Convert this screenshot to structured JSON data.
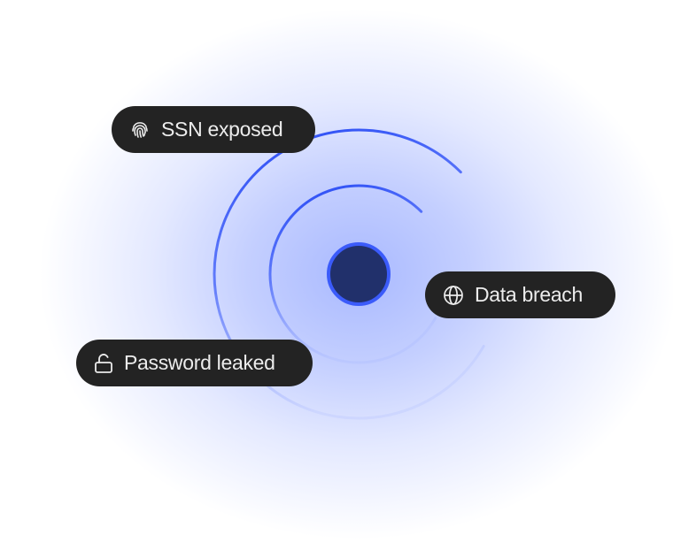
{
  "labels": {
    "ssn": "SSN exposed",
    "breach": "Data breach",
    "password": "Password leaked"
  },
  "icons": {
    "ssn": "fingerprint-icon",
    "breach": "globe-icon",
    "password": "unlock-icon"
  },
  "colors": {
    "accent": "#2f52f7",
    "dot": "#21306b",
    "pill": "#232323"
  }
}
